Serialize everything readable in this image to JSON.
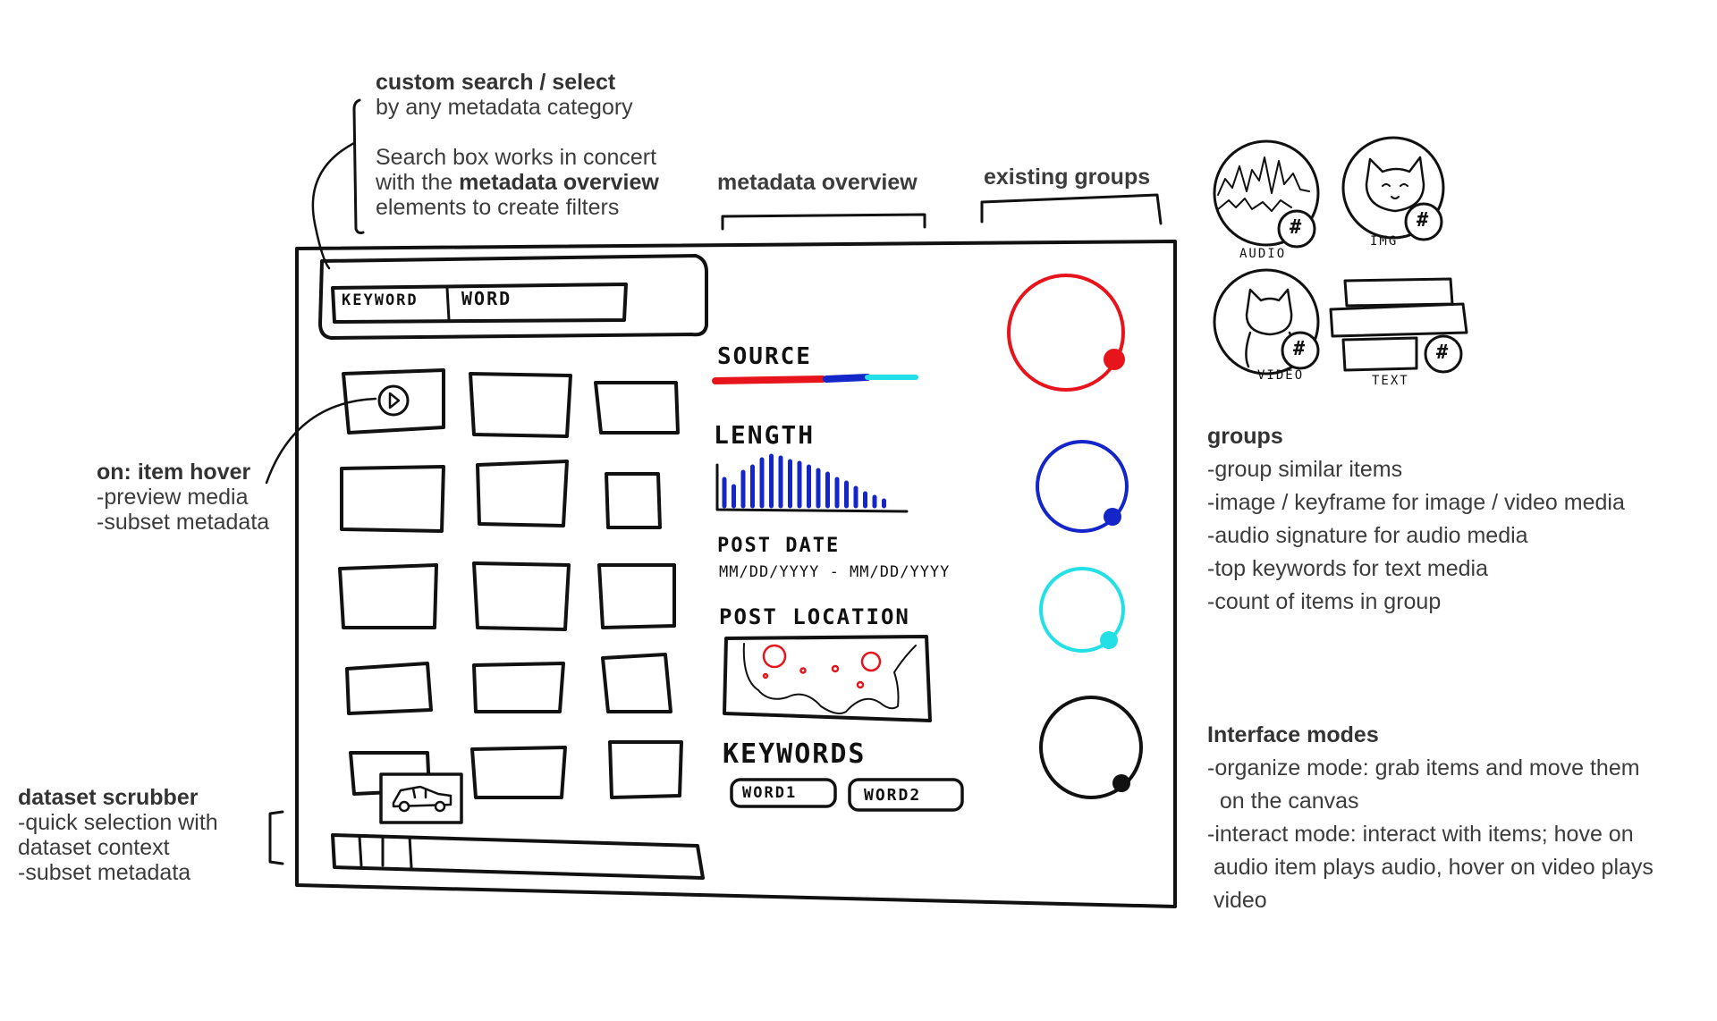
{
  "annotations": {
    "custom_search": {
      "title": "custom search / select",
      "line2": "by any metadata category",
      "desc1": "Search box works in concert",
      "desc2_pre": "with the ",
      "desc2_bold": "metadata overview",
      "desc3": "elements to create filters"
    },
    "metadata_overview": "metadata overview",
    "existing_groups": "existing groups",
    "item_hover": {
      "title": "on: item hover",
      "items": [
        "-preview media",
        "-subset metadata"
      ]
    },
    "dataset_scrubber": {
      "title": "dataset scrubber",
      "items": [
        "-quick selection with",
        "dataset context",
        "-subset metadata"
      ]
    },
    "groups": {
      "title": "groups",
      "items": [
        "-group similar items",
        "-image / keyframe for image / video media",
        "-audio signature for audio media",
        "-top keywords for text media",
        "-count of items in group"
      ]
    },
    "interface_modes": {
      "title": "Interface modes",
      "items": [
        "-organize mode: grab items and move them",
        "  on the canvas",
        "-interact mode: interact with items; hove on",
        " audio item plays audio, hover on video plays",
        " video"
      ]
    }
  },
  "sketch": {
    "search": {
      "category": "KEYWORD",
      "term": "WORD"
    },
    "metadata": {
      "source_label": "SOURCE",
      "length_label": "LENGTH",
      "post_date_label": "POST DATE",
      "post_date_range": "MM/DD/YYYY - MM/DD/YYYY",
      "post_location_label": "POST LOCATION",
      "keywords_label": "KEYWORDS",
      "keywords": [
        "WORD1",
        "WORD2"
      ]
    },
    "group_circles": [
      {
        "color": "#e8141c"
      },
      {
        "color": "#1426c8"
      },
      {
        "color": "#22e0e6"
      },
      {
        "color": "#111111"
      }
    ],
    "group_icons": [
      {
        "label": "AUDIO",
        "badge": "#"
      },
      {
        "label": "IMG",
        "badge": "#"
      },
      {
        "label": "VIDEO",
        "badge": "#"
      },
      {
        "label": "TEXT",
        "badge": "#"
      }
    ]
  }
}
